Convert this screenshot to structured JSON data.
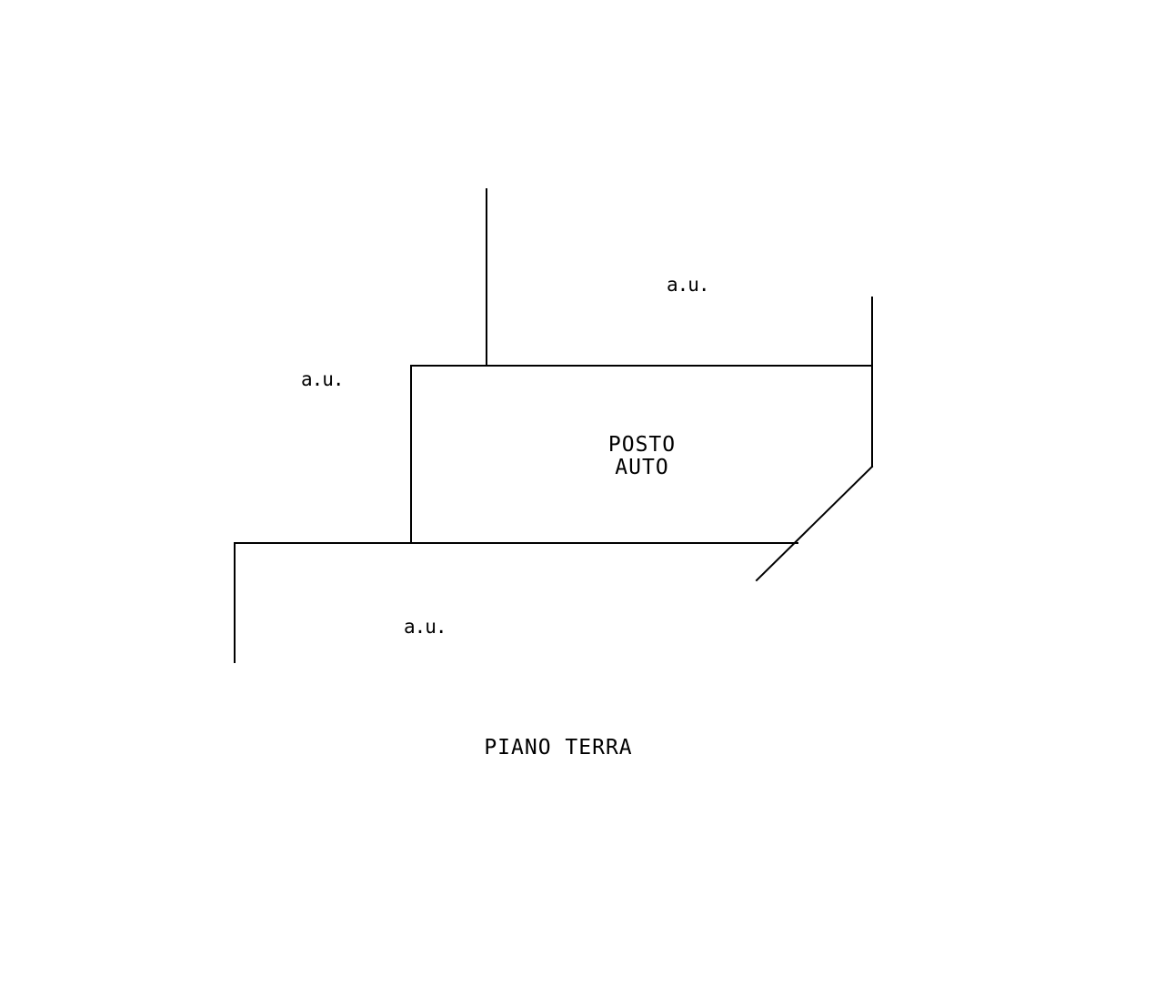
{
  "labels": {
    "au_top": "a.u.",
    "au_left": "a.u.",
    "au_bottom": "a.u.",
    "room_line1": "POSTO",
    "room_line2": "AUTO",
    "title": "PIANO TERRA"
  },
  "colors": {
    "background": "#ffffff",
    "ink": "#000000"
  }
}
